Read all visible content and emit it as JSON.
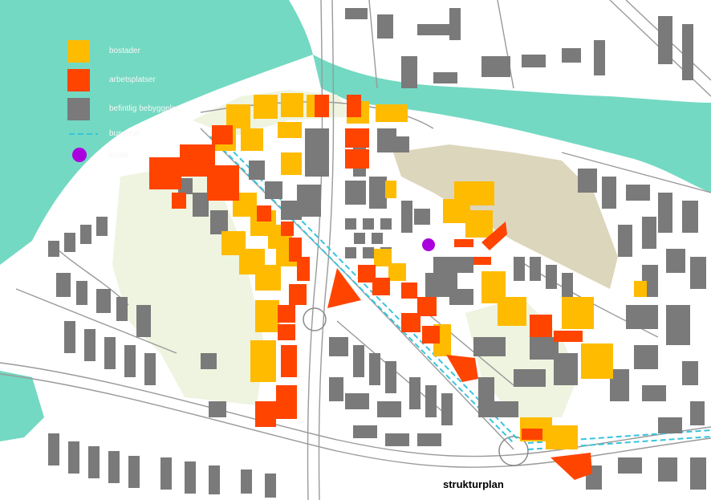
{
  "legend": {
    "items": [
      {
        "label": "bostader",
        "color": "#ffbb00",
        "symbol": "square",
        "icon": "housing-swatch"
      },
      {
        "label": "arbetsplatser",
        "color": "#ff4400",
        "symbol": "square",
        "icon": "workplace-swatch"
      },
      {
        "label": "befintlig bebyggelse",
        "color": "#7a7a7a",
        "symbol": "square",
        "icon": "existing-building-swatch"
      },
      {
        "label": "busslinje",
        "color": "#38c4dd",
        "symbol": "dashed-line",
        "icon": "bus-line-symbol"
      },
      {
        "label": "skola",
        "color": "#aa00dd",
        "symbol": "circle",
        "icon": "school-symbol"
      }
    ]
  },
  "caption": "strukturplan",
  "colors": {
    "water": "#73d9c2",
    "land": "#ffffff",
    "park": "#eef4df",
    "hill": "#dcd6bc",
    "road_line": "#9a9a9a"
  }
}
